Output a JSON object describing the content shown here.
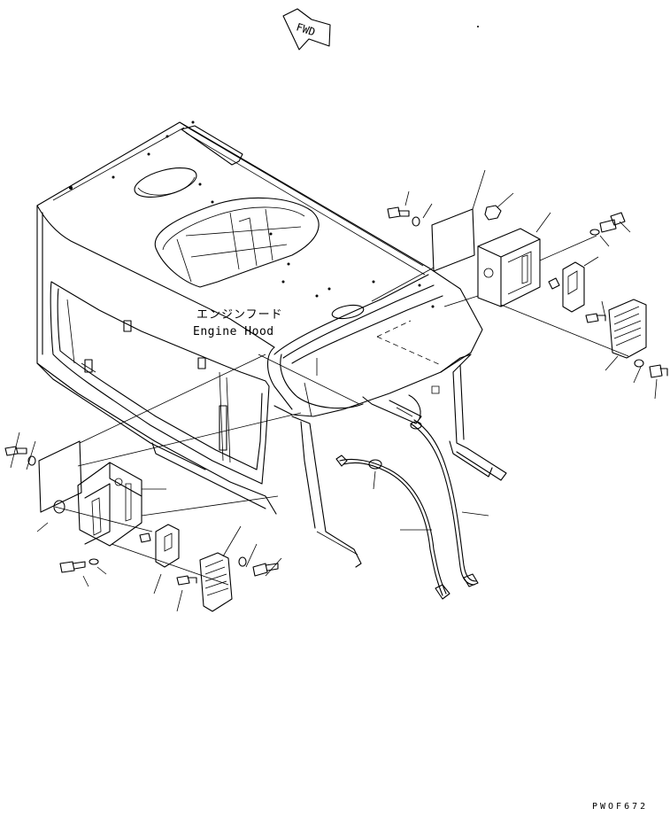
{
  "diagram": {
    "fwd_arrow_text": "FWD",
    "part_label_jp": "エンジンフード",
    "part_label_en": "Engine Hood",
    "drawing_code": "PWOF672"
  },
  "icons": {
    "fwd_arrow": "fwd-direction-arrow-icon"
  }
}
